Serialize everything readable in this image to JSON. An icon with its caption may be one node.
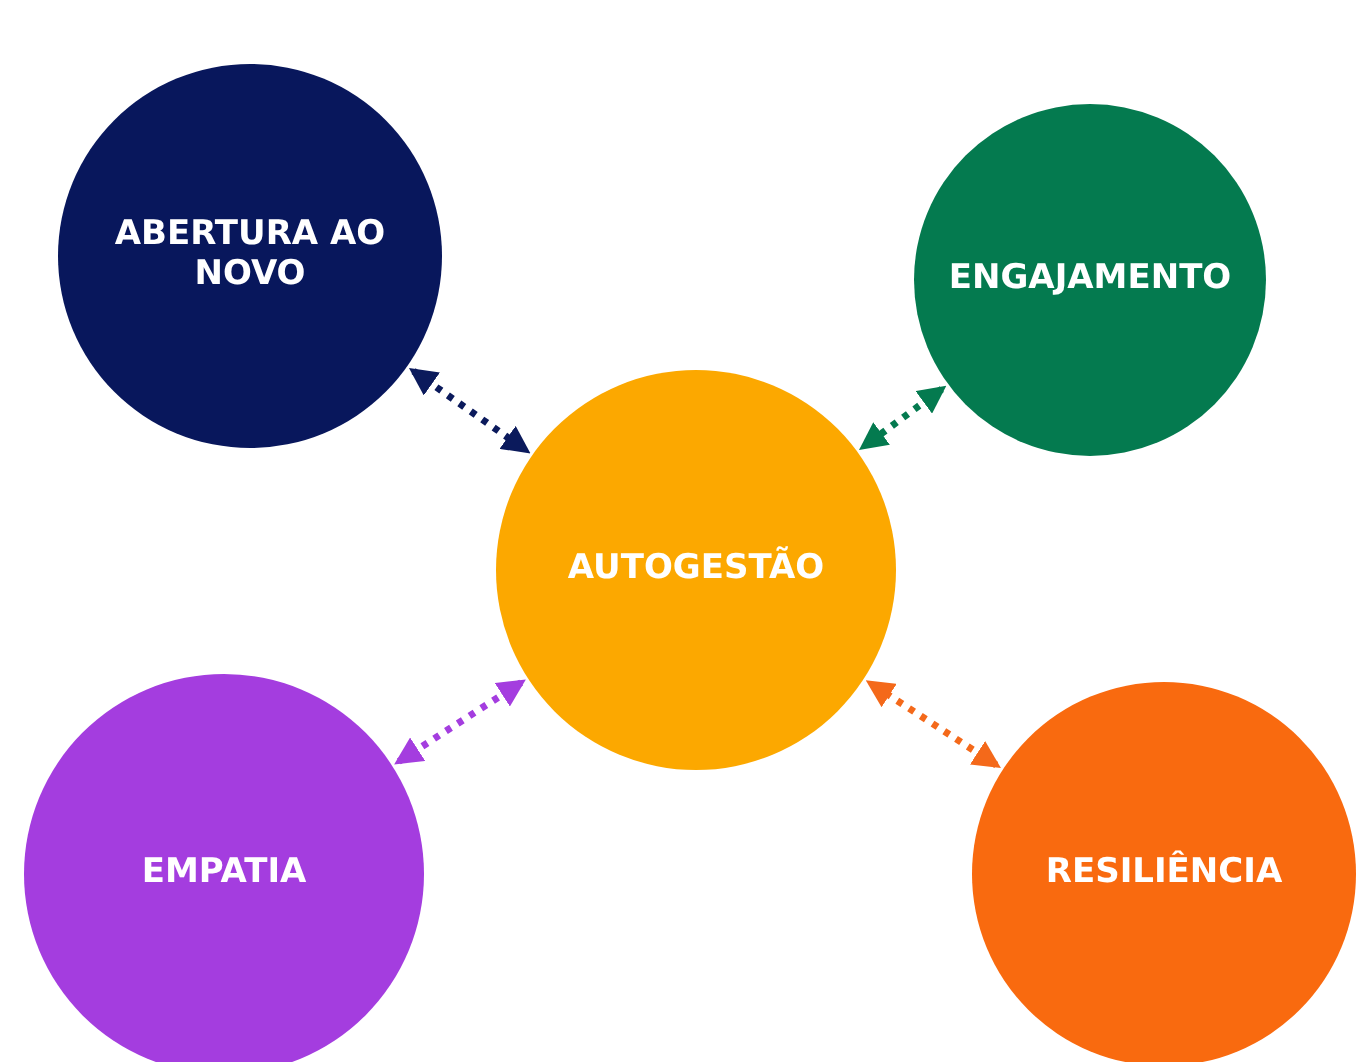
{
  "diagram": {
    "nodes": [
      {
        "text": [
          "ABERTURA AO NOVO"
        ]
      },
      {
        "text": [
          "ENGAJAMENTO"
        ]
      },
      {
        "text": [
          "AUTOGESTÃO"
        ]
      },
      {
        "text": [
          "EMPATIA"
        ]
      },
      {
        "text": [
          "RESILIÊNCIA"
        ]
      }
    ],
    "edges": [
      {
        "from": 0,
        "to": 2,
        "arrow": "both",
        "style": "dashed",
        "color": "#0b1a5c"
      },
      {
        "from": 1,
        "to": 2,
        "arrow": "both",
        "style": "dashed",
        "color": "#047a4f"
      },
      {
        "from": 3,
        "to": 2,
        "arrow": "both",
        "style": "dashed",
        "color": "#a43ddf"
      },
      {
        "from": 4,
        "to": 2,
        "arrow": "both",
        "style": "dashed",
        "color": "#f4691a"
      }
    ]
  }
}
